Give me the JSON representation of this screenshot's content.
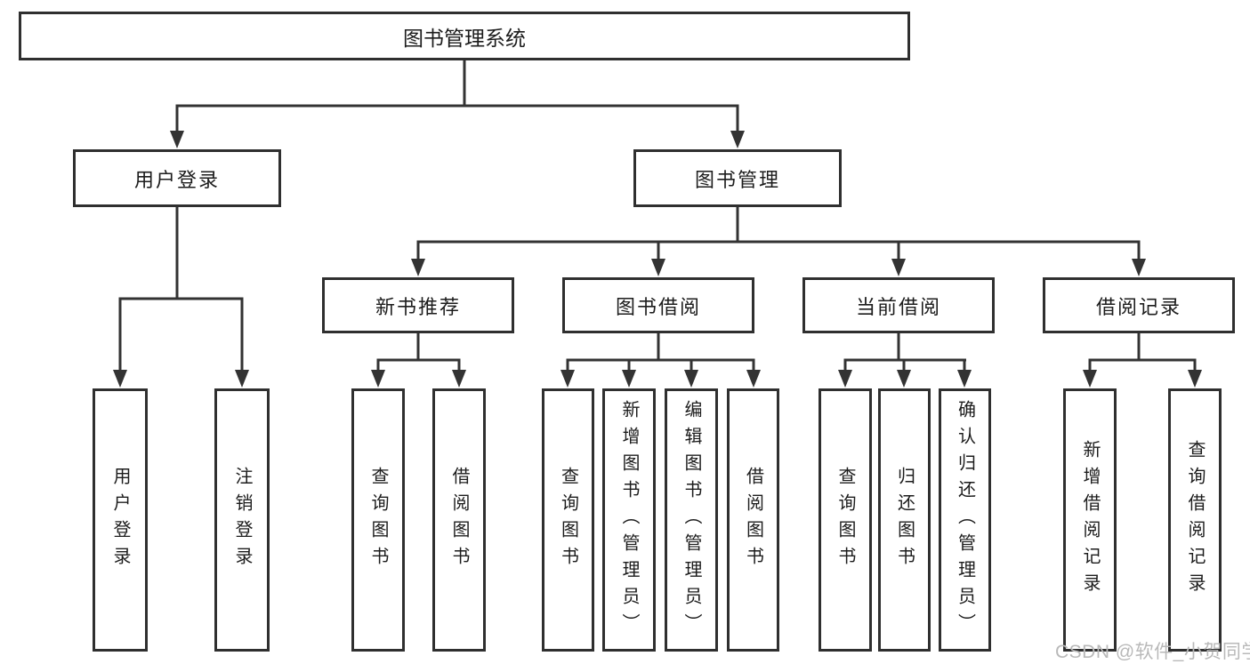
{
  "colors": {
    "line": "#333333",
    "box_border": "#2f2f2f",
    "text": "#1c1c1c",
    "watermark_text": "#b9b9b9",
    "background": "#ffffff"
  },
  "nodes": {
    "root": {
      "label": "图书管理系统"
    },
    "level2": [
      {
        "label": "用户登录"
      },
      {
        "label": "图书管理"
      }
    ],
    "level3": [
      {
        "label": "新书推荐"
      },
      {
        "label": "图书借阅"
      },
      {
        "label": "当前借阅"
      },
      {
        "label": "借阅记录"
      }
    ],
    "leaves": [
      {
        "label": "用户登录"
      },
      {
        "label": "注销登录"
      },
      {
        "label": "查询图书"
      },
      {
        "label": "借阅图书"
      },
      {
        "label": "查询图书"
      },
      {
        "label": "新增图书（管理员）"
      },
      {
        "label": "编辑图书（管理员）"
      },
      {
        "label": "借阅图书"
      },
      {
        "label": "查询图书"
      },
      {
        "label": "归还图书"
      },
      {
        "label": "确认归还（管理员）"
      },
      {
        "label": "新增借阅记录"
      },
      {
        "label": "查询借阅记录"
      }
    ]
  },
  "watermark": {
    "text": "CSDN @软件_小贺同学"
  }
}
